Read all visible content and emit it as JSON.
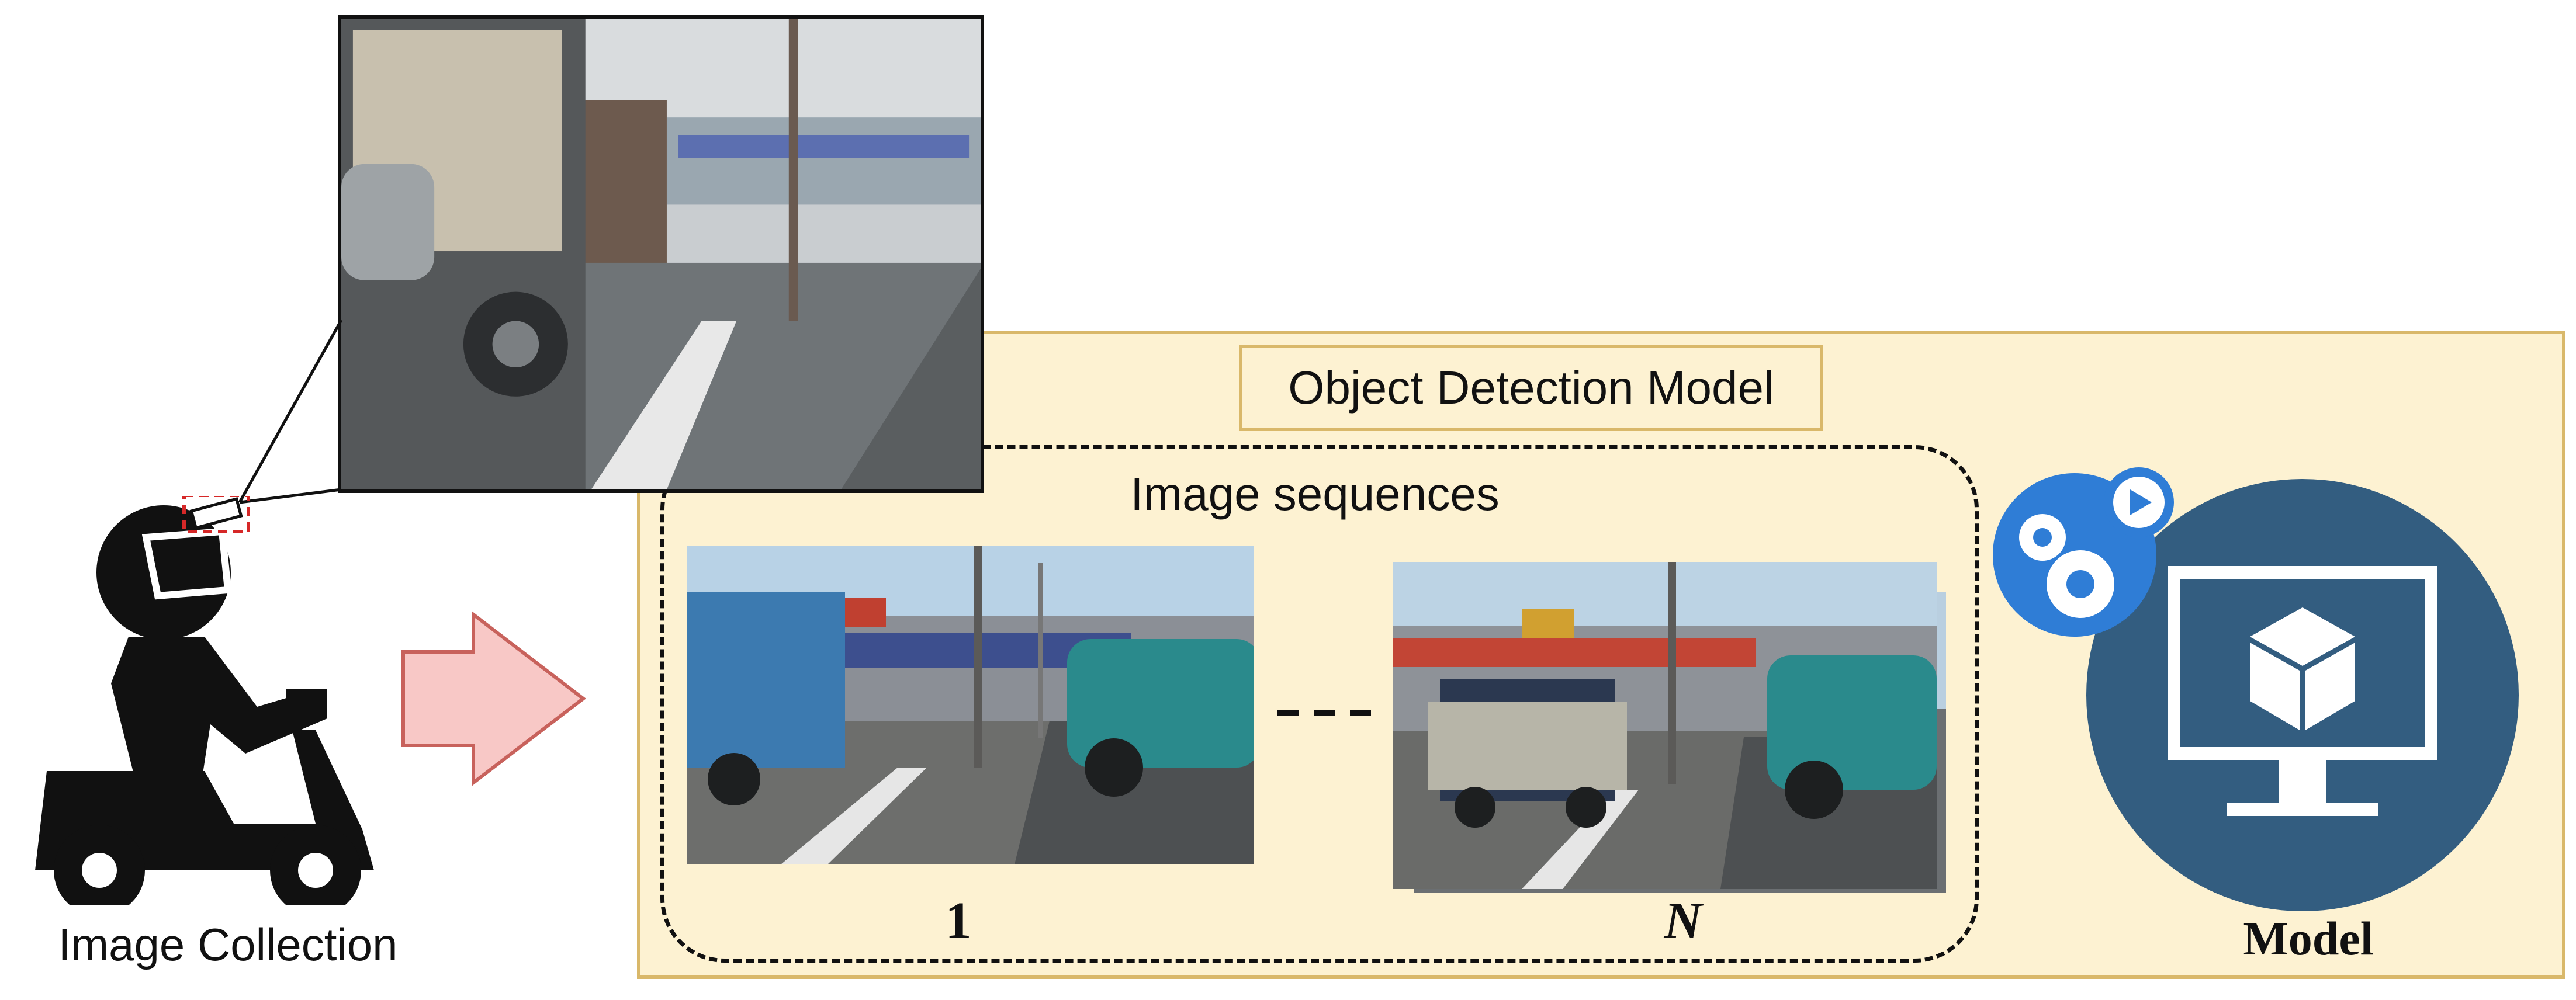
{
  "collection_label": "Image Collection",
  "panel_title": "Object Detection Model",
  "sequence_title": "Image sequences",
  "sequence_first_label": "1",
  "sequence_last_label": "N",
  "model_label": "Model",
  "colors": {
    "panel_fill": "#fdf2d2",
    "panel_border": "#d9b86a",
    "arrow_fill": "#f8c8c6",
    "arrow_stroke": "#c8625c",
    "model_circle": "#335d80",
    "gear_circle": "#2f7dd6"
  },
  "icons": [
    "motorcycle-rider-icon",
    "camera-icon",
    "right-arrow-icon",
    "gear-icon",
    "play-icon",
    "monitor-icon",
    "cube-icon"
  ]
}
